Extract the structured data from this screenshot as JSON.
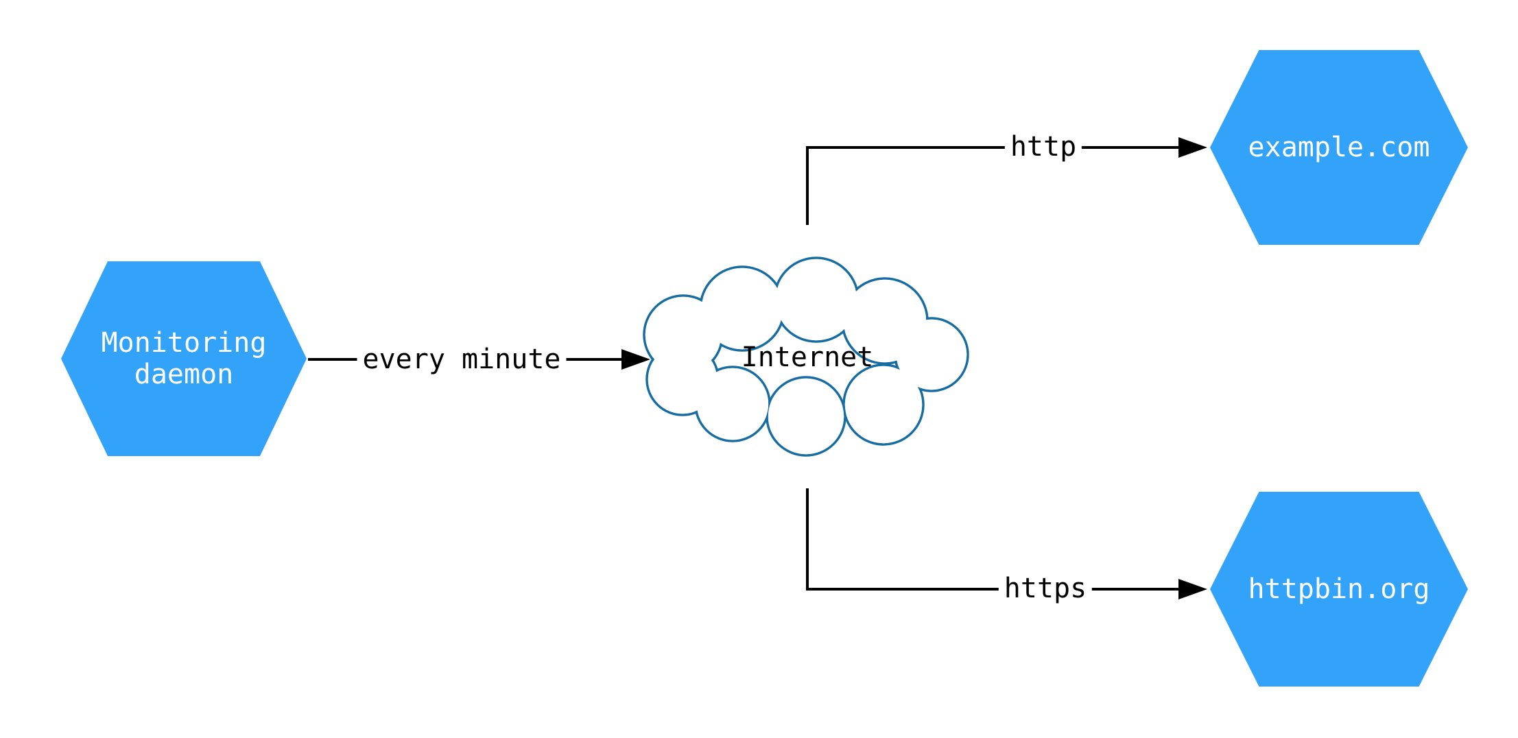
{
  "diagram": {
    "title": "Monitoring daemon network diagram",
    "nodes": {
      "monitoring_daemon": {
        "label": "Monitoring\ndaemon",
        "shape": "hexagon"
      },
      "internet": {
        "label": "Internet",
        "shape": "cloud"
      },
      "example_com": {
        "label": "example.com",
        "shape": "hexagon"
      },
      "httpbin_org": {
        "label": "httpbin.org",
        "shape": "hexagon"
      }
    },
    "edges": [
      {
        "from": "monitoring_daemon",
        "to": "internet",
        "label": "every minute"
      },
      {
        "from": "internet",
        "to": "example_com",
        "label": "http"
      },
      {
        "from": "internet",
        "to": "httpbin_org",
        "label": "https"
      }
    ],
    "colors": {
      "node_fill": "#33A3FA",
      "node_text": "#FFFFFF",
      "cloud_stroke": "#176CA2",
      "cloud_fill": "#FFFFFF",
      "edge_line": "#000000",
      "edge_text": "#000000",
      "background": "#FFFFFF"
    }
  }
}
